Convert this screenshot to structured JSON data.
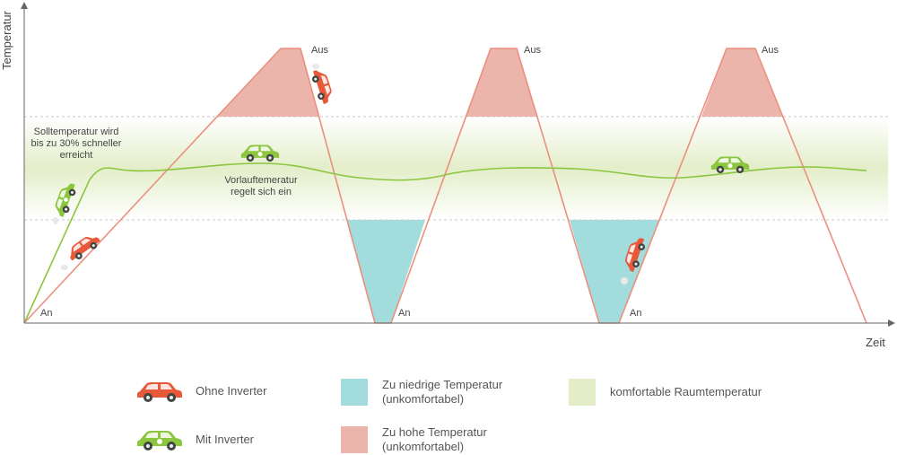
{
  "axes": {
    "y_label": "Temperatur",
    "x_label": "Zeit"
  },
  "annotations": {
    "schneller_line1": "Solltemperatur wird",
    "schneller_line2": "bis zu 30% schneller",
    "schneller_line3": "erreicht",
    "vorlauf_line1": "Vorlauftemeratur",
    "vorlauf_line2": "regelt sich ein",
    "aus_1": "Aus",
    "aus_2": "Aus",
    "aus_3": "Aus",
    "an_1": "An",
    "an_2": "An",
    "an_3": "An"
  },
  "legend": {
    "ohne_inverter": "Ohne Inverter",
    "mit_inverter": "Mit Inverter",
    "zu_niedrig_line1": "Zu niedrige Temperatur",
    "zu_niedrig_line2": "(unkomfortabel)",
    "zu_hoch_line1": "Zu hohe Temperatur",
    "zu_hoch_line2": "(unkomfortabel)",
    "komfortabel": "komfortable Raumtemperatur"
  },
  "colors": {
    "ohne_inverter": "#e8593a",
    "ohne_inverter_line": "#ec8f7e",
    "mit_inverter": "#8cc63f",
    "zu_hoch": "#ebb5ab",
    "zu_niedrig": "#a3dcdc",
    "komfortabel": "#e3eec9",
    "axis": "#666666"
  }
}
